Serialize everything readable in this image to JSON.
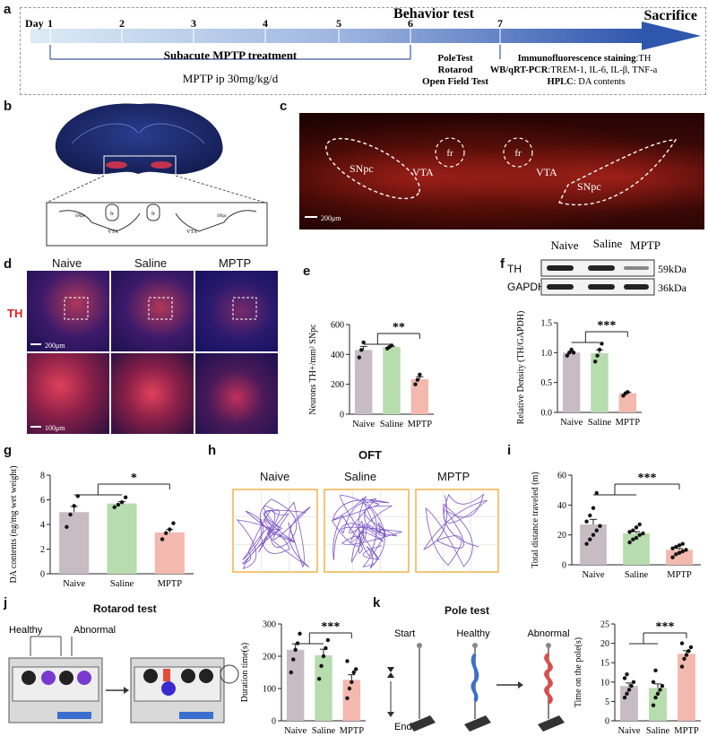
{
  "panels": {
    "a": "a",
    "b": "b",
    "c": "c",
    "d": "d",
    "e": "e",
    "f": "f",
    "g": "g",
    "h": "h",
    "i": "i",
    "j": "j",
    "k": "k"
  },
  "timeline": {
    "day_label": "Day",
    "days": [
      "1",
      "2",
      "3",
      "4",
      "5",
      "6",
      "7"
    ],
    "behavior_title": "Behavior test",
    "sacrifice_title": "Sacrifice",
    "treatment_label": "Subacute MPTP treatment",
    "dose_label": "MPTP ip 30mg/kg/d",
    "tests": [
      "PoleTest",
      "Rotarod",
      "Open Field Test"
    ],
    "assays": [
      {
        "bold": "Immunofluorescence staining",
        "rest": ":TH"
      },
      {
        "bold": "WB/qRT-PCR",
        "rest": ":TREM-1, IL-6, IL-β, TNF-a"
      },
      {
        "bold": "HPLC",
        "rest": ": DA contents"
      }
    ]
  },
  "brain": {
    "labels": {
      "fr": "fr",
      "snpc": "SNpc",
      "vta": "VTA"
    }
  },
  "micro_c": {
    "labels": {
      "fr": "fr",
      "snpc": "SNpc",
      "vta": "VTA"
    },
    "scale": "200μm"
  },
  "micro_d": {
    "groups": [
      "Naive",
      "Saline",
      "MPTP"
    ],
    "stain": "TH",
    "scale_top": "200μm",
    "scale_bottom": "100μm"
  },
  "wb": {
    "groups": [
      "Naive",
      "Saline",
      "MPTP"
    ],
    "rows": [
      {
        "name": "TH",
        "kda": "59kDa"
      },
      {
        "name": "GAPDH",
        "kda": "36kDa"
      }
    ]
  },
  "oft": {
    "title": "OFT",
    "groups": [
      "Naive",
      "Saline",
      "MPTP"
    ]
  },
  "rotarod": {
    "title": "Rotarod test",
    "healthy": "Healthy",
    "abnormal": "Abnormal"
  },
  "pole": {
    "title": "Pole test",
    "start": "Start",
    "end": "End",
    "healthy": "Healthy",
    "abnormal": "Abnormal"
  },
  "chart_data": [
    {
      "id": "e",
      "type": "bar",
      "categories": [
        "Naive",
        "Saline",
        "MPTP"
      ],
      "values": [
        430,
        450,
        235
      ],
      "ylabel": "Neurons TH+/mm² SNpc",
      "ylim": [
        0,
        600
      ],
      "yticks": [
        0,
        200,
        400,
        600
      ],
      "points": [
        [
          380,
          430,
          480
        ],
        [
          440,
          450,
          460
        ],
        [
          200,
          230,
          265
        ]
      ],
      "sig": "**",
      "colors": [
        "#c7bcc2",
        "#b7dcae",
        "#f3b8ae"
      ]
    },
    {
      "id": "f",
      "type": "bar",
      "categories": [
        "Naive",
        "Saline",
        "MPTP"
      ],
      "values": [
        1.0,
        0.99,
        0.32
      ],
      "ylabel": "Relative Density (TH/GAPDH)",
      "ylim": [
        0,
        1.5
      ],
      "yticks": [
        0.0,
        0.5,
        1.0,
        1.5
      ],
      "points": [
        [
          0.95,
          1.0,
          1.05,
          1.0
        ],
        [
          0.85,
          0.95,
          1.05,
          1.15
        ],
        [
          0.28,
          0.32,
          0.34
        ]
      ],
      "sig": "***",
      "colors": [
        "#c7bcc2",
        "#b7dcae",
        "#f3b8ae"
      ]
    },
    {
      "id": "g",
      "type": "bar",
      "categories": [
        "Naive",
        "Saline",
        "MPTP"
      ],
      "values": [
        5.0,
        5.7,
        3.35
      ],
      "ylabel": "DA contents (ng/mg wet weight)",
      "ylim": [
        0,
        8
      ],
      "yticks": [
        0,
        2,
        4,
        6,
        8
      ],
      "points": [
        [
          3.8,
          4.8,
          5.5,
          6.3
        ],
        [
          5.4,
          5.6,
          5.8,
          6.2
        ],
        [
          2.8,
          3.3,
          3.6,
          4.1
        ]
      ],
      "sig": "*",
      "colors": [
        "#c7bcc2",
        "#b7dcae",
        "#f3b8ae"
      ]
    },
    {
      "id": "i",
      "type": "bar",
      "categories": [
        "Naive",
        "Saline",
        "MPTP"
      ],
      "values": [
        27,
        21,
        10
      ],
      "ylabel": "Total distance traveled (m)",
      "ylim": [
        0,
        60
      ],
      "yticks": [
        0,
        20,
        40,
        60
      ],
      "points": [
        [
          14,
          17,
          20,
          23,
          26,
          29,
          33,
          38,
          48
        ],
        [
          15,
          17,
          18,
          20,
          21,
          22,
          23,
          25,
          27
        ],
        [
          5,
          7,
          8,
          9,
          10,
          11,
          12,
          13,
          14
        ]
      ],
      "sig": "***",
      "colors": [
        "#c7bcc2",
        "#b7dcae",
        "#f3b8ae"
      ]
    },
    {
      "id": "j",
      "type": "bar",
      "categories": [
        "Naive",
        "Saline",
        "MPTP"
      ],
      "values": [
        220,
        203,
        127
      ],
      "ylabel": "Duration time(s)",
      "ylim": [
        0,
        300
      ],
      "yticks": [
        0,
        100,
        200,
        300
      ],
      "points": [
        [
          150,
          190,
          220,
          240,
          270
        ],
        [
          130,
          170,
          200,
          225,
          250
        ],
        [
          70,
          100,
          120,
          150,
          160,
          185
        ]
      ],
      "sig": "***",
      "colors": [
        "#c7bcc2",
        "#b7dcae",
        "#f3b8ae"
      ]
    },
    {
      "id": "k",
      "type": "bar",
      "categories": [
        "Naive",
        "Saline",
        "MPTP"
      ],
      "values": [
        9,
        8.5,
        17.3
      ],
      "ylabel": "Time on the pole(s)",
      "ylim": [
        0,
        25
      ],
      "yticks": [
        0,
        5,
        10,
        15,
        20,
        25
      ],
      "points": [
        [
          6,
          7,
          8,
          9,
          10,
          11,
          12
        ],
        [
          4,
          6,
          7,
          8,
          9,
          10,
          13
        ],
        [
          14,
          16,
          17,
          18,
          19,
          20
        ]
      ],
      "sig": "***",
      "colors": [
        "#c7bcc2",
        "#b7dcae",
        "#f3b8ae"
      ]
    }
  ]
}
